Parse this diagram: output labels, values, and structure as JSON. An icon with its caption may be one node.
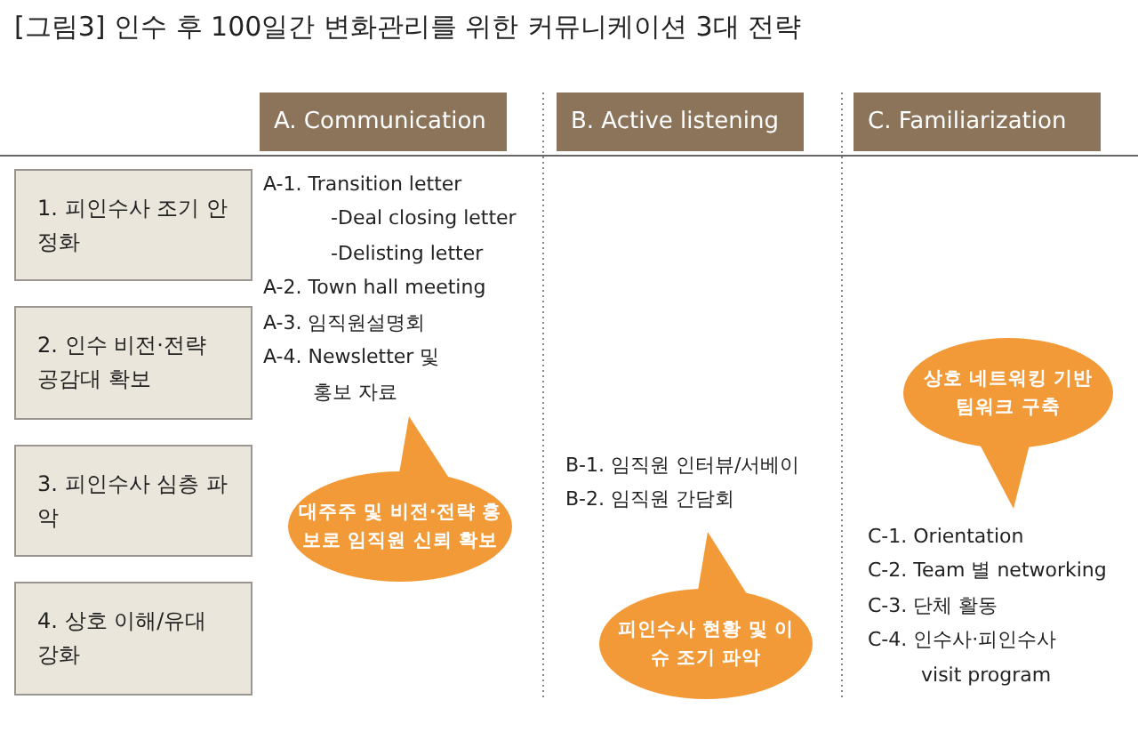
{
  "diagram": {
    "title": "[그림3] 인수 후 100일간 변화관리를 위한 커뮤니케이션 3대 전략",
    "nodes": [
      {
        "text": [
          "A. Communication"
        ]
      },
      {
        "text": [
          "B. Active listening"
        ]
      },
      {
        "text": [
          "C. Familiarization"
        ]
      },
      {
        "text": [
          "1. 피인수사 조기 안정화"
        ]
      },
      {
        "text": [
          "2. 인수 비전·전략 공감대 확보"
        ]
      },
      {
        "text": [
          "3. 피인수사 심층 파악"
        ]
      },
      {
        "text": [
          "4. 상호 이해/유대 강화"
        ]
      },
      {
        "text": [
          "대주주 및 비전·전략 홍보로 임직원 신뢰 확보"
        ]
      },
      {
        "text": [
          "상호 네트워킹 기반 팀워크 구축"
        ]
      },
      {
        "text": [
          "피인수사 현황 및 이슈 조기 파악"
        ]
      }
    ],
    "edges": [],
    "labels": [
      "A-1. Transition letter",
      "-Deal closing letter",
      "-Delisting letter",
      "A-2. Town hall meeting",
      "A-3. 임직원설명회",
      "A-4. Newsletter 및 홍보 자료",
      "B-1. 임직원 인터뷰/서베이",
      "B-2. 임직원 간담회",
      "C-1. Orientation",
      "C-2. Team 별 networking",
      "C-3. 단체 활동",
      "C-4. 인수사·피인수사 visit program"
    ]
  }
}
